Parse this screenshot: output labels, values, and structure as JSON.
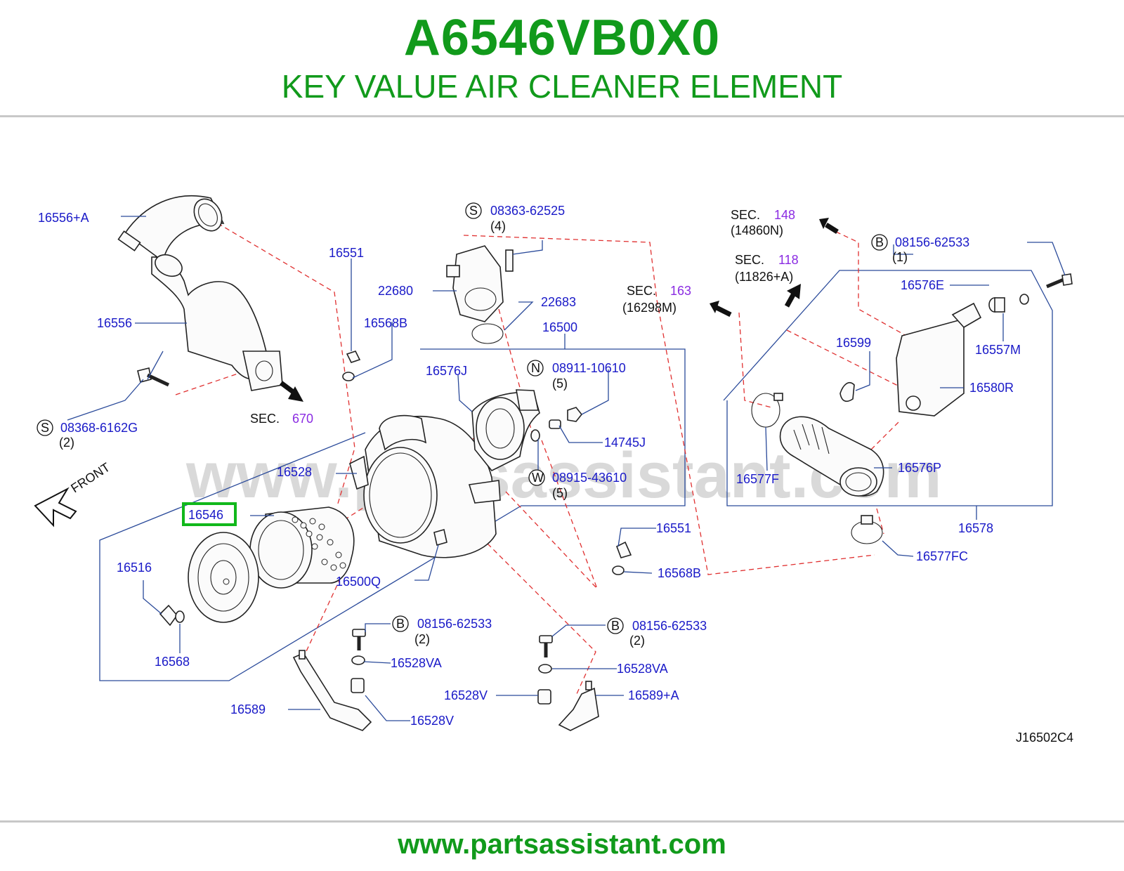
{
  "header": {
    "part_number": "A6546VB0X0",
    "part_name": "KEY VALUE AIR CLEANER ELEMENT"
  },
  "footer": {
    "url": "www.partsassistant.com"
  },
  "watermark": "www.partsassistant.com",
  "diagram": {
    "code": "J16502C4",
    "highlighted_part": "16546",
    "front_label": "FRONT",
    "sec_prefix": "SEC.",
    "sections": [
      {
        "id": "sec-670",
        "sec": "670",
        "ref": ""
      },
      {
        "id": "sec-163",
        "sec": "163",
        "ref": "(16298M)"
      },
      {
        "id": "sec-148",
        "sec": "148",
        "ref": "(14860N)"
      },
      {
        "id": "sec-118",
        "sec": "118",
        "ref": "(11826+A)"
      }
    ],
    "labels": {
      "p16556a": "16556+A",
      "p16556": "16556",
      "p16551_top": "16551",
      "p16568b_top": "16568B",
      "p22680": "22680",
      "p22683": "22683",
      "p16500": "16500",
      "p16576j": "16576J",
      "p14745j": "14745J",
      "p16528": "16528",
      "p16546": "16546",
      "p16516": "16516",
      "p16568": "16568",
      "p16500q": "16500Q",
      "p16551_bot": "16551",
      "p16568b_bot": "16568B",
      "p16528va_l": "16528VA",
      "p16528v_l1": "16528V",
      "p16528v_l2": "16528V",
      "p16589": "16589",
      "p16528va_r": "16528VA",
      "p16589a": "16589+A",
      "p16576e": "16576E",
      "p16557m": "16557M",
      "p16580r": "16580R",
      "p16599": "16599",
      "p16577f": "16577F",
      "p16576p": "16576P",
      "p16578": "16578",
      "p16577fc": "16577FC"
    },
    "fasteners": [
      {
        "id": "s-08363",
        "symbol": "S",
        "number": "08363-62525",
        "qty": "(4)"
      },
      {
        "id": "s-08368",
        "symbol": "S",
        "number": "08368-6162G",
        "qty": "(2)"
      },
      {
        "id": "n-08911",
        "symbol": "N",
        "number": "08911-10610",
        "qty": "(5)"
      },
      {
        "id": "w-08915",
        "symbol": "W",
        "number": "08915-43610",
        "qty": "(5)"
      },
      {
        "id": "b-08156-tr",
        "symbol": "B",
        "number": "08156-62533",
        "qty": "(1)"
      },
      {
        "id": "b-08156-bl",
        "symbol": "B",
        "number": "08156-62533",
        "qty": "(2)"
      },
      {
        "id": "b-08156-br",
        "symbol": "B",
        "number": "08156-62533",
        "qty": "(2)"
      }
    ]
  }
}
